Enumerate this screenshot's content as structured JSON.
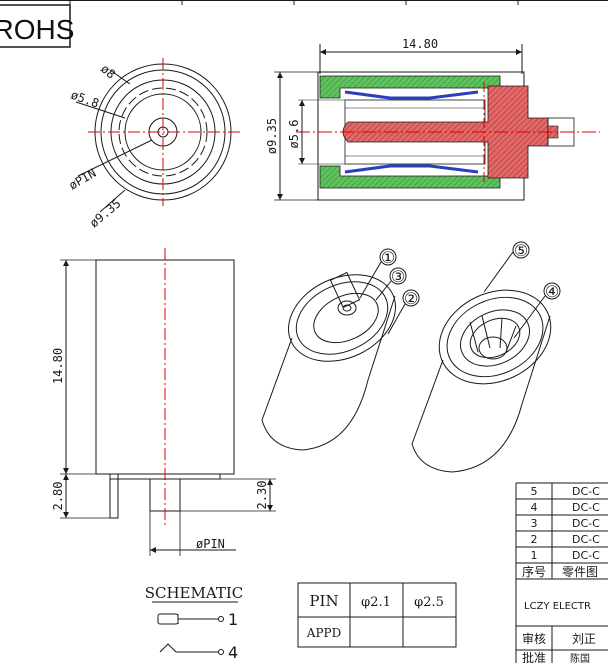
{
  "title_block": {
    "rohs": "ROHS",
    "company": "LCZY ELECTR",
    "row_header_index": "序号",
    "row_header_part": "零件图",
    "review_label": "审核",
    "review_name": "刘正",
    "approve_label": "批准",
    "approve_name": "陈国",
    "parts": [
      {
        "index": "5",
        "code": "DC-C"
      },
      {
        "index": "4",
        "code": "DC-C"
      },
      {
        "index": "3",
        "code": "DC-C"
      },
      {
        "index": "2",
        "code": "DC-C"
      },
      {
        "index": "1",
        "code": "DC-C"
      }
    ]
  },
  "front_view": {
    "dia_outer_a": "ø8",
    "dia_inner": "ø5.8",
    "dia_pin": "øPIN",
    "dia_outer_b": "ø9.35"
  },
  "section_view": {
    "length": "14.80",
    "dia_outer": "ø9.35",
    "dia_inner": "ø5.6"
  },
  "side_view": {
    "height": "14.80",
    "pin_height_left": "2.80",
    "pin_height_right": "2.30",
    "pin_dia": "øPIN"
  },
  "callouts": [
    "①",
    "③",
    "②",
    "⑤",
    "④"
  ],
  "schematic": {
    "title": "SCHEMATIC",
    "pin1": "1",
    "pin4": "4"
  },
  "pin_table": {
    "header_label": "PIN",
    "col1": "φ2.1",
    "col2": "φ2.5",
    "row_label": "APPD"
  },
  "colors": {
    "line": "#1a1a1a",
    "centerline": "#e00000",
    "housing_green": "#4fb34f",
    "contact_red": "#d94040",
    "spring_blue": "#2a3fc0"
  }
}
